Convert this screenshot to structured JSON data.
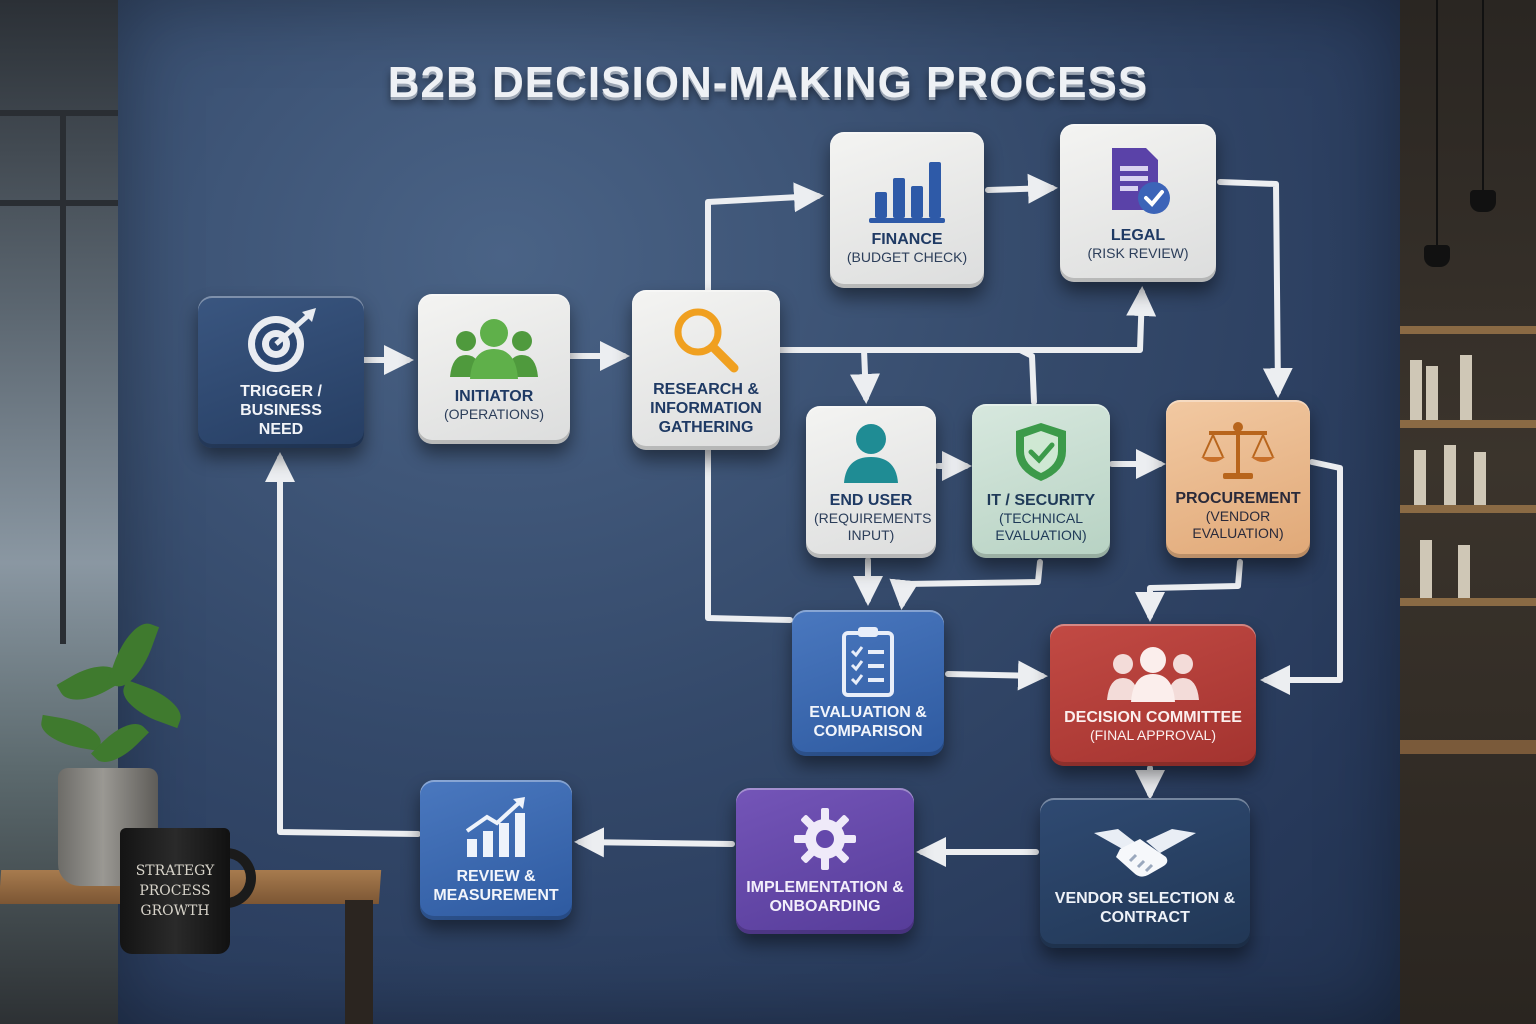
{
  "title": "B2B DECISION-MAKING PROCESS",
  "nodes": {
    "trigger": {
      "label": "TRIGGER / BUSINESS NEED",
      "icon": "target-icon"
    },
    "initiator": {
      "label": "INITIATOR",
      "sub": "(OPERATIONS)",
      "icon": "people-icon"
    },
    "research": {
      "label": "RESEARCH & INFORMATION GATHERING",
      "icon": "magnifier-icon"
    },
    "finance": {
      "label": "FINANCE",
      "sub": "(BUDGET CHECK)",
      "icon": "bar-chart-icon"
    },
    "legal": {
      "label": "LEGAL",
      "sub": "(RISK REVIEW)",
      "icon": "document-check-icon"
    },
    "end_user": {
      "label": "END USER",
      "sub": "(REQUIREMENTS INPUT)",
      "icon": "user-icon"
    },
    "it_security": {
      "label": "IT / SECURITY",
      "sub": "(TECHNICAL EVALUATION)",
      "icon": "shield-check-icon"
    },
    "procurement": {
      "label": "PROCUREMENT",
      "sub": "(VENDOR EVALUATION)",
      "icon": "scales-icon"
    },
    "evaluation": {
      "label": "EVALUATION & COMPARISON",
      "icon": "clipboard-checklist-icon"
    },
    "decision": {
      "label": "DECISION COMMITTEE",
      "sub": "(FINAL APPROVAL)",
      "icon": "group-icon"
    },
    "vendor": {
      "label": "VENDOR SELECTION & CONTRACT",
      "icon": "handshake-icon"
    },
    "implementation": {
      "label": "IMPLEMENTATION & ONBOARDING",
      "icon": "gear-icon"
    },
    "review": {
      "label": "REVIEW & MEASUREMENT",
      "icon": "growth-chart-icon"
    }
  },
  "mug": {
    "line1": "STRATEGY",
    "line2": "PROCESS",
    "line3": "GROWTH"
  },
  "colors": {
    "wall": "#2c4063",
    "arrow": "#eceef1",
    "navy": "#263e63",
    "blue": "#2e5aa0",
    "red": "#a3332f",
    "purple": "#563c99",
    "mint": "#b7d2c3",
    "peach": "#e0a877"
  }
}
